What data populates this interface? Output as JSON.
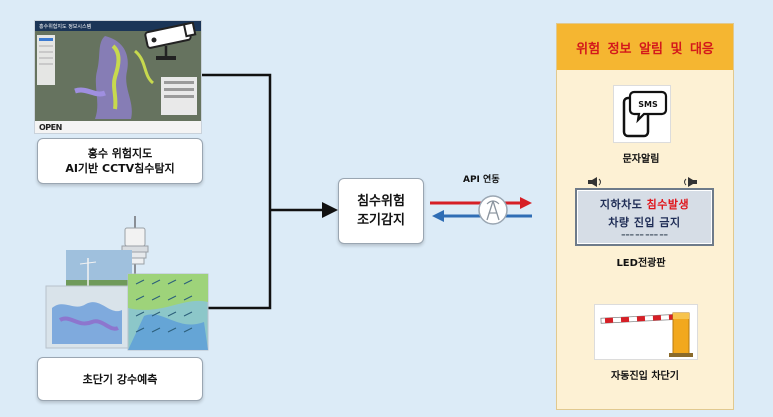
{
  "sources": {
    "flood_map": {
      "title": "홍수위험지도 정보시스템",
      "label_line1": "홍수 위험지도",
      "label_line2": "AI기반 CCTV침수탐지",
      "footer_logo": "OPEN"
    },
    "rain_forecast": {
      "label": "초단기 강수예측"
    }
  },
  "center": {
    "label_line1": "침수위험",
    "label_line2": "조기감지"
  },
  "api": {
    "label": "API 연동"
  },
  "response_panel": {
    "title": "위험 정보 알림 및 대응",
    "sms": {
      "icon_text": "SMS",
      "caption": "문자알림"
    },
    "led": {
      "line1_prefix": "지하차도 ",
      "line1_highlight": "침수발생",
      "line2": "차량 진입 금지",
      "caption": "LED전광판"
    },
    "barrier": {
      "caption": "자동진입 차단기"
    }
  },
  "colors": {
    "background": "#dcebf7",
    "panel_fill": "#fdf1d4",
    "panel_title_bar": "#f5b631",
    "panel_title_text": "#d3181b",
    "arrow_red": "#d61f26",
    "arrow_blue": "#2f6db5",
    "line_black": "#111111"
  }
}
